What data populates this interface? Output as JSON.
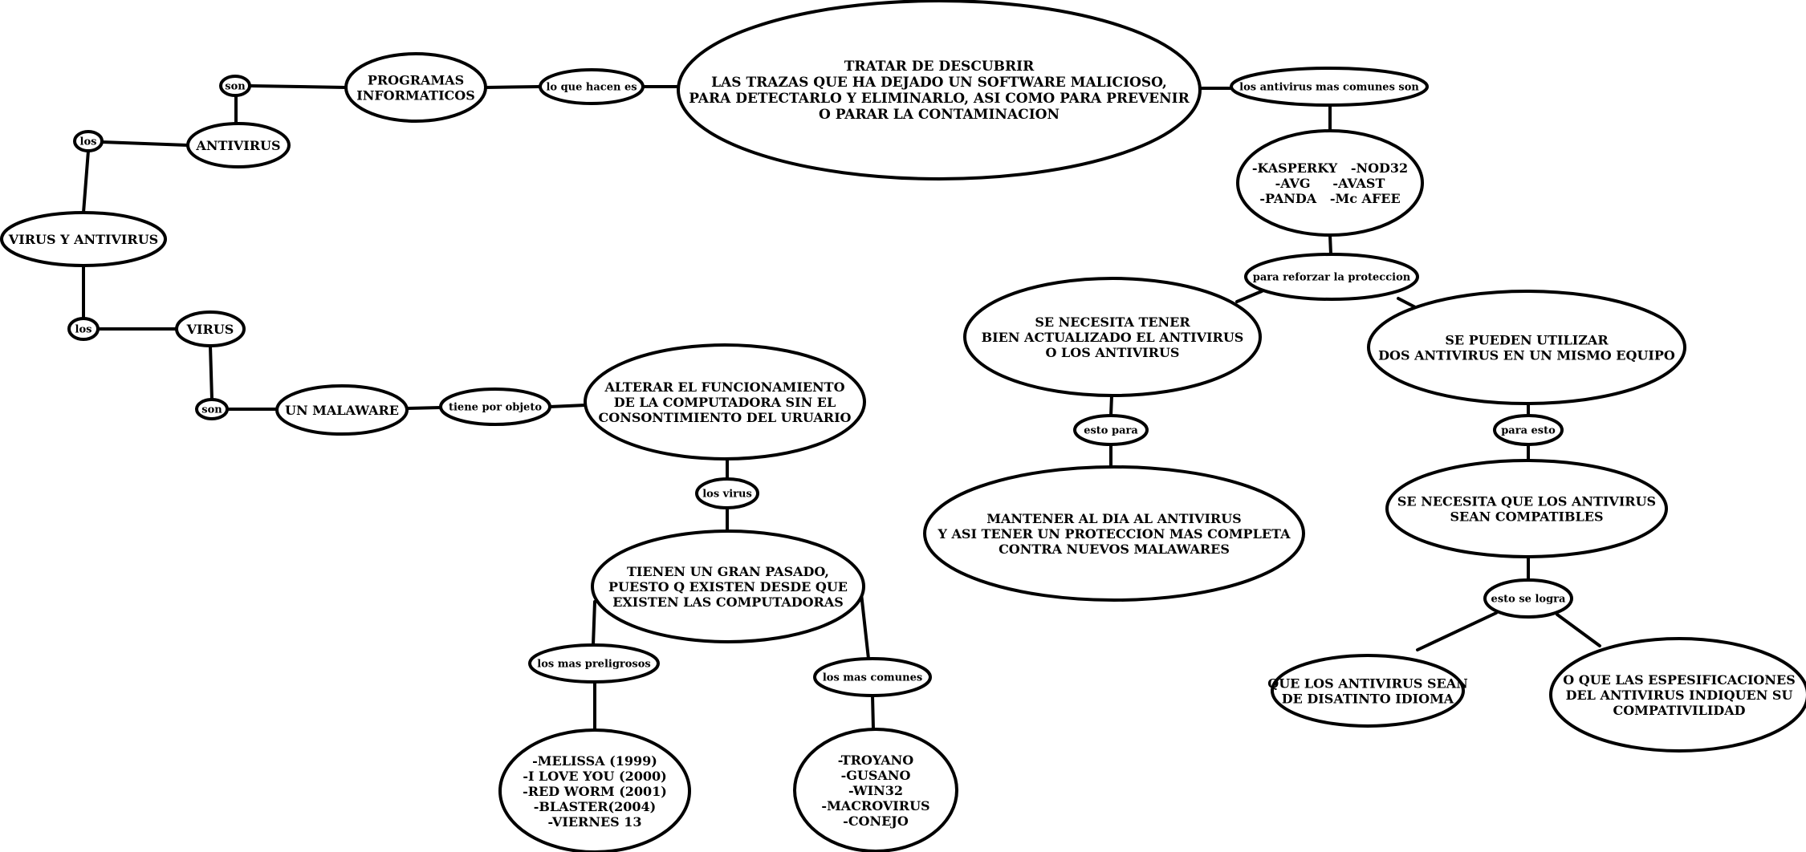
{
  "colors": {
    "line": "#000000",
    "fill": "#ffffff",
    "text": "#000000"
  },
  "nodes": {
    "root": [
      "VIRUS Y ANTIVIRUS"
    ],
    "los_top": [
      "los"
    ],
    "antivirus": [
      "ANTIVIRUS"
    ],
    "son_top": [
      "son"
    ],
    "programas": [
      "PROGRAMAS",
      "INFORMATICOS"
    ],
    "lo_que_hacen": [
      "lo que hacen es"
    ],
    "tratar": [
      "TRATAR DE DESCUBRIR",
      "LAS TRAZAS QUE HA DEJADO UN SOFTWARE MALICIOSO,",
      "PARA DETECTARLO Y ELIMINARLO, ASI COMO PARA PREVENIR",
      "O PARAR LA CONTAMINACION"
    ],
    "antivirus_comunes": [
      "los antivirus mas comunes son"
    ],
    "lista_antivirus": [
      "-KASPERKY   -NOD32",
      "-AVG     -AVAST",
      "-PANDA   -Mc AFEE"
    ],
    "para_reforzar": [
      "para reforzar la proteccion"
    ],
    "se_necesita_tener": [
      "SE NECESITA TENER",
      "BIEN ACTUALIZADO EL ANTIVIRUS",
      "O LOS ANTIVIRUS"
    ],
    "esto_para": [
      "esto para"
    ],
    "mantener": [
      "MANTENER AL DIA AL ANTIVIRUS",
      "Y ASI TENER UN PROTECCION MAS COMPLETA",
      "CONTRA NUEVOS MALAWARES"
    ],
    "se_pueden": [
      "SE PUEDEN UTILIZAR",
      "DOS ANTIVIRUS EN UN MISMO EQUIPO"
    ],
    "para_esto": [
      "para esto"
    ],
    "compatibles": [
      "SE NECESITA QUE LOS ANTIVIRUS",
      "SEAN COMPATIBLES"
    ],
    "esto_se_logra": [
      "esto se logra"
    ],
    "idioma": [
      "QUE LOS ANTIVIRUS SEAN",
      "DE DISATINTO IDIOMA"
    ],
    "especificaciones": [
      "O QUE LAS ESPESIFICACIONES",
      "DEL ANTIVIRUS INDIQUEN SU",
      "COMPATIVILIDAD"
    ],
    "los_bottom": [
      "los"
    ],
    "virus": [
      "VIRUS"
    ],
    "son_bottom": [
      "son"
    ],
    "malaware": [
      "UN MALAWARE"
    ],
    "tiene_objeto": [
      "tiene por objeto"
    ],
    "alterar": [
      "ALTERAR EL FUNCIONAMIENTO",
      "DE LA COMPUTADORA SIN EL",
      "CONSONTIMIENTO DEL URUARIO"
    ],
    "los_virus": [
      "los virus"
    ],
    "gran_pasado": [
      "TIENEN UN GRAN PASADO,",
      "PUESTO Q EXISTEN DESDE QUE",
      "EXISTEN LAS COMPUTADORAS"
    ],
    "peligrosos": [
      "los mas preligrosos"
    ],
    "lista_peligrosos": [
      "-MELISSA (1999)",
      "-I LOVE YOU (2000)",
      "-RED WORM (2001)",
      "-BLASTER(2004)",
      "-VIERNES 13"
    ],
    "comunes": [
      "los mas comunes"
    ],
    "lista_comunes": [
      "-TROYANO",
      "-GUSANO",
      "-WIN32",
      "-MACROVIRUS",
      "-CONEJO"
    ]
  }
}
